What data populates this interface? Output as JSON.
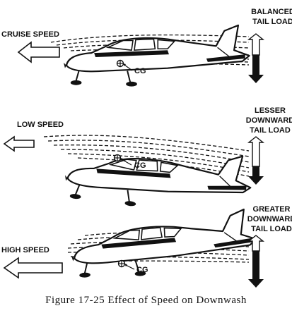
{
  "panels": [
    {
      "speed_label": "CRUISE SPEED",
      "load_lines": [
        "BALANCED",
        "TAIL LOAD"
      ],
      "cg_label": "CG",
      "downward_load_fraction": 0.5
    },
    {
      "speed_label": "LOW SPEED",
      "load_lines": [
        "LESSER",
        "DOWNWARD",
        "TAIL LOAD"
      ],
      "cg_label": "CG",
      "downward_load_fraction": 0.35
    },
    {
      "speed_label": "HIGH SPEED",
      "load_lines": [
        "GREATER",
        "DOWNWARD",
        "TAIL LOAD"
      ],
      "cg_label": "CG",
      "downward_load_fraction": 0.65
    }
  ],
  "caption": "Figure 17-25   Effect of Speed on Downwash"
}
